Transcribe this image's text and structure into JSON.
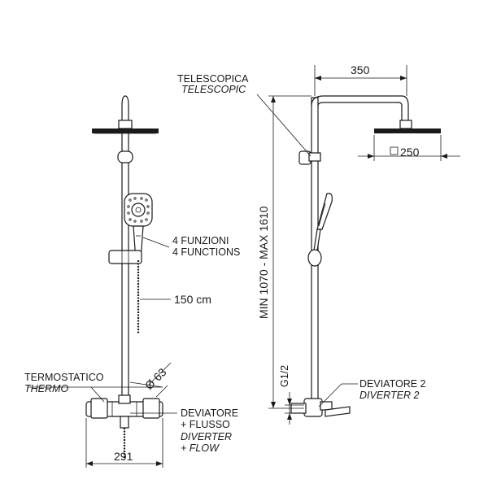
{
  "labels": {
    "telescopic_it": "TELESCOPICA",
    "telescopic_en": "TELESCOPIC",
    "width_350": "350",
    "head_size": "250",
    "height_range": "MIN 1070  -  MAX 1610",
    "functions_it": "4 FUNZIONI",
    "functions_en": "4 FUNCTIONS",
    "hose_length": "150 cm",
    "thermo_it": "TERMOSTATICO",
    "thermo_en": "THERMO",
    "diameter": "Ø 63",
    "diverter_it": "DEVIATORE",
    "flow_it": "+ FLUSSO",
    "diverter_en": "DIVERTER",
    "flow_en": "+ FLOW",
    "width_291": "291",
    "thread": "G1/2",
    "diverter2_it": "DEVIATORE 2",
    "diverter2_en": "DIVERTER 2"
  }
}
